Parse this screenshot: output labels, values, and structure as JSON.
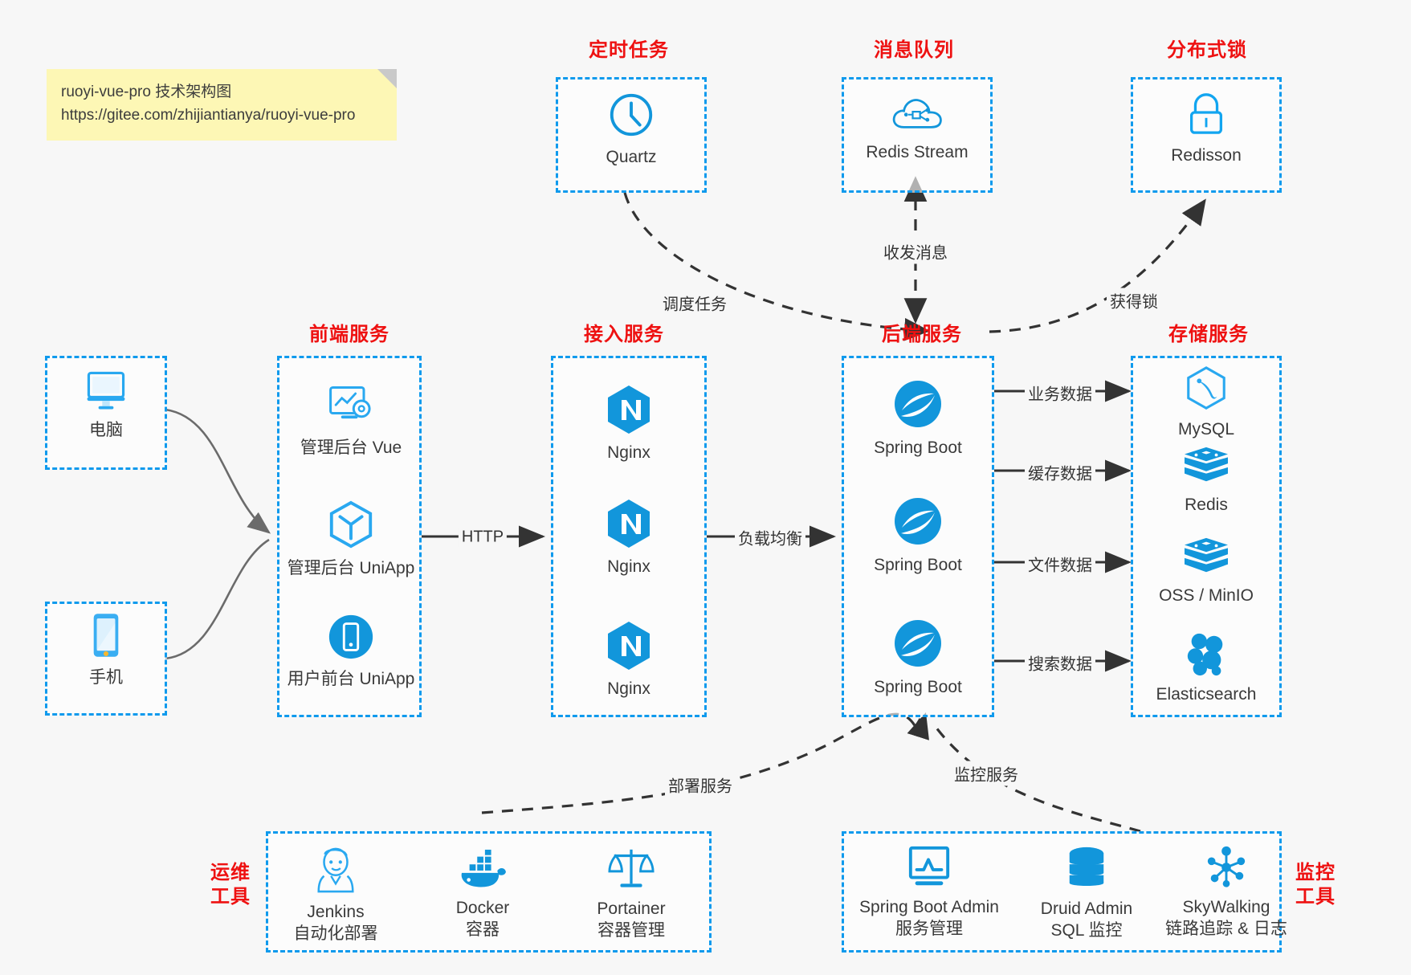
{
  "note": {
    "line1": "ruoyi-vue-pro 技术架构图",
    "line2": "https://gitee.com/zhijiantianya/ruoyi-vue-pro"
  },
  "colors": {
    "accent_blue": "#0f9aed",
    "icon_blue": "#1296db",
    "title_red": "#ee1111",
    "background": "#f7f7f7",
    "note_yellow": "#fdf7b5",
    "edge_dark": "#333333",
    "edge_gray": "#6b6b6b"
  },
  "groups": {
    "scheduled_task": {
      "title": "定时任务",
      "nodes": [
        {
          "label": "Quartz",
          "icon": "clock-icon"
        }
      ]
    },
    "message_queue": {
      "title": "消息队列",
      "nodes": [
        {
          "label": "Redis Stream",
          "icon": "cloud-stream-icon"
        }
      ]
    },
    "distributed_lock": {
      "title": "分布式锁",
      "nodes": [
        {
          "label": "Redisson",
          "icon": "lock-icon"
        }
      ]
    },
    "clients": {
      "nodes": [
        {
          "label": "电脑",
          "icon": "desktop-icon"
        },
        {
          "label": "手机",
          "icon": "mobile-icon"
        }
      ]
    },
    "frontend": {
      "title": "前端服务",
      "nodes": [
        {
          "label": "管理后台 Vue",
          "icon": "dashboard-gear-icon"
        },
        {
          "label": "管理后台 UniApp",
          "icon": "hexagon-cube-icon"
        },
        {
          "label": "用户前台 UniApp",
          "icon": "mobile-circle-icon"
        }
      ]
    },
    "gateway": {
      "title": "接入服务",
      "nodes": [
        {
          "label": "Nginx",
          "icon": "nginx-icon"
        },
        {
          "label": "Nginx",
          "icon": "nginx-icon"
        },
        {
          "label": "Nginx",
          "icon": "nginx-icon"
        }
      ]
    },
    "backend": {
      "title": "后端服务",
      "nodes": [
        {
          "label": "Spring Boot",
          "icon": "spring-boot-icon"
        },
        {
          "label": "Spring Boot",
          "icon": "spring-boot-icon"
        },
        {
          "label": "Spring Boot",
          "icon": "spring-boot-icon"
        }
      ]
    },
    "storage": {
      "title": "存储服务",
      "nodes": [
        {
          "label": "MySQL",
          "icon": "mysql-icon"
        },
        {
          "label": "Redis",
          "icon": "redis-icon"
        },
        {
          "label": "OSS / MinIO",
          "icon": "oss-minio-icon"
        },
        {
          "label": "Elasticsearch",
          "icon": "elasticsearch-icon"
        }
      ]
    },
    "devops": {
      "title": "运维\n工具",
      "title_line1": "运维",
      "title_line2": "工具",
      "nodes": [
        {
          "label": "Jenkins",
          "sub": "自动化部署",
          "icon": "jenkins-icon"
        },
        {
          "label": "Docker",
          "sub": "容器",
          "icon": "docker-icon"
        },
        {
          "label": "Portainer",
          "sub": "容器管理",
          "icon": "portainer-scale-icon"
        }
      ]
    },
    "monitoring": {
      "title_line1": "监控",
      "title_line2": "工具",
      "nodes": [
        {
          "label": "Spring Boot Admin",
          "sub": "服务管理",
          "icon": "monitor-chart-icon"
        },
        {
          "label": "Druid Admin",
          "sub": "SQL 监控",
          "icon": "database-icon"
        },
        {
          "label": "SkyWalking",
          "sub": "链路追踪 & 日志",
          "icon": "skywalking-icon"
        }
      ]
    }
  },
  "edges": {
    "schedule_task": "调度任务",
    "send_receive_message": "收发消息",
    "acquire_lock": "获得锁",
    "http": "HTTP",
    "load_balance": "负载均衡",
    "business_data": "业务数据",
    "cache_data": "缓存数据",
    "file_data": "文件数据",
    "search_data": "搜索数据",
    "deploy_service": "部署服务",
    "monitor_service": "监控服务"
  }
}
